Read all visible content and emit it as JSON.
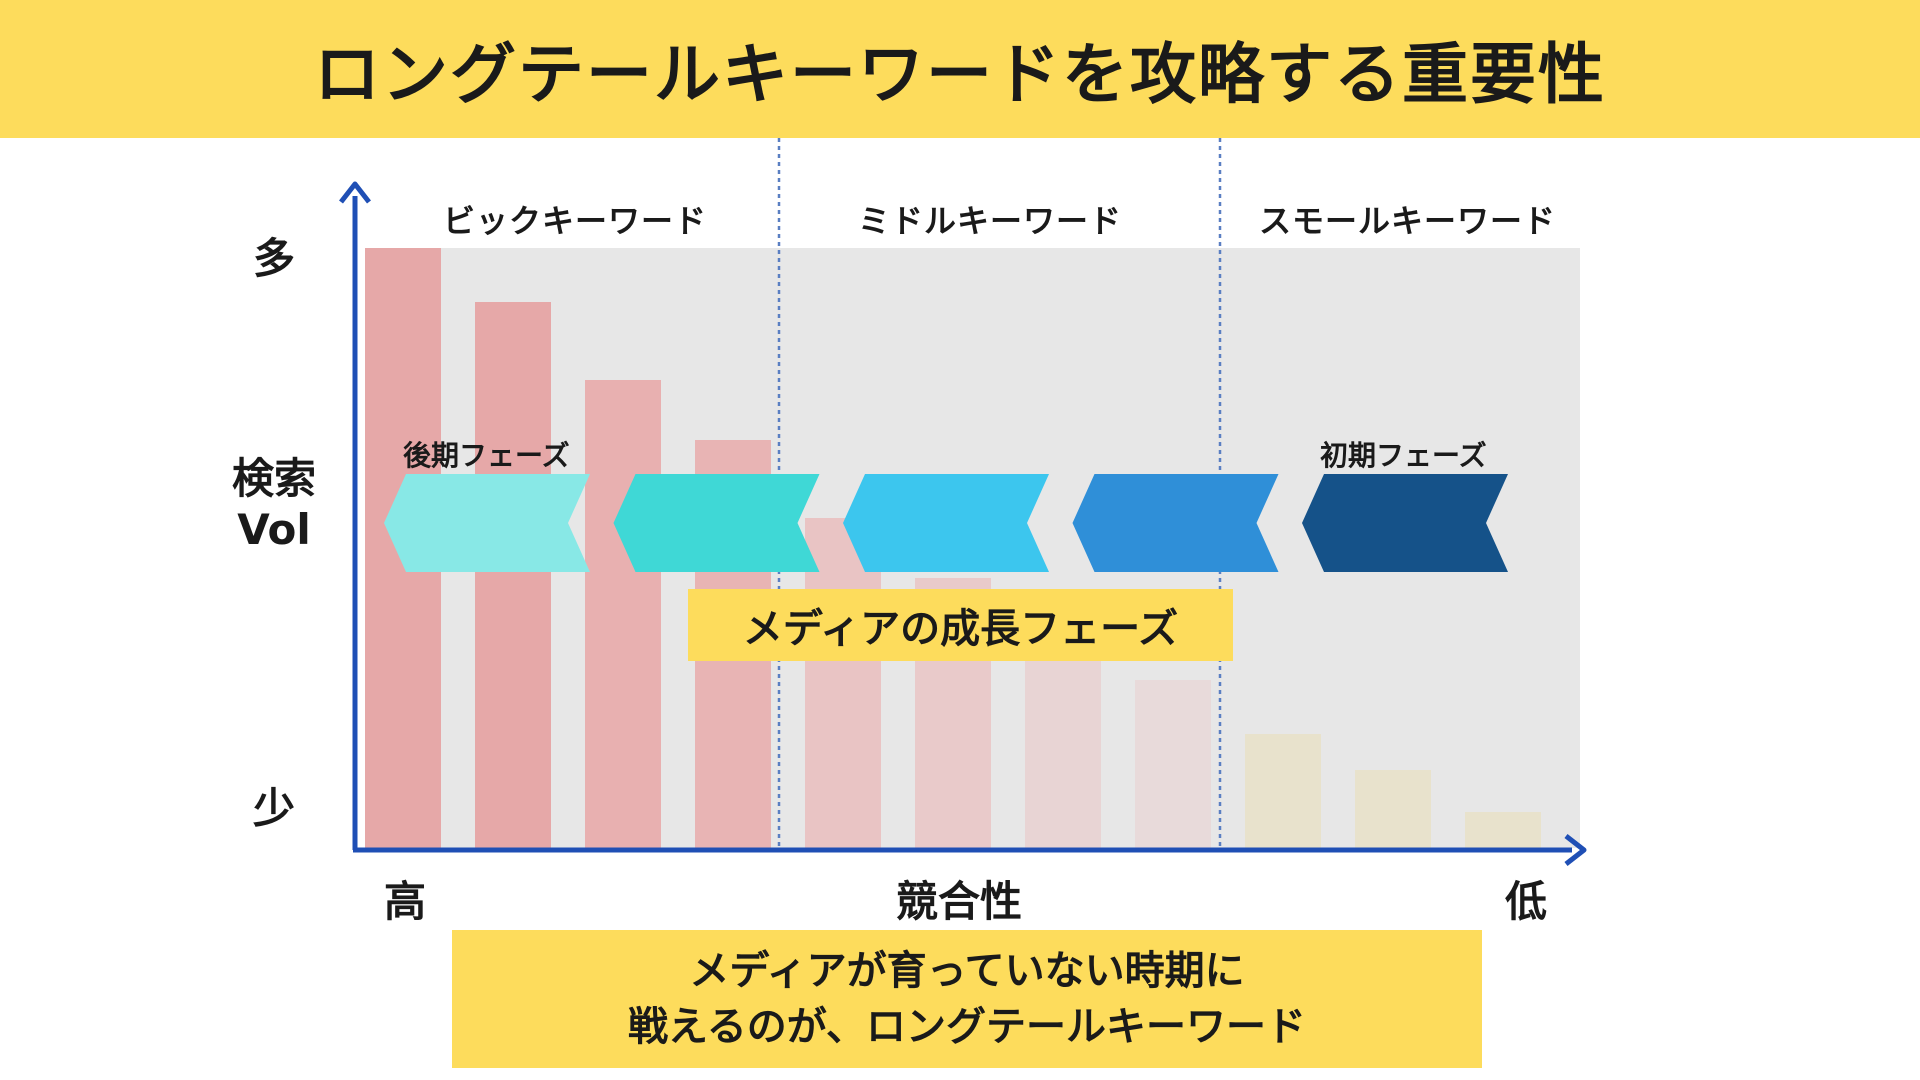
{
  "title": "ロングテールキーワードを攻略する重要性",
  "y_axis": {
    "high": "多",
    "label_line1": "検索",
    "label_line2": "Vol",
    "low": "少"
  },
  "x_axis": {
    "high": "高",
    "label": "競合性",
    "low": "低"
  },
  "segments": [
    "ビックキーワード",
    "ミドルキーワード",
    "スモールキーワード"
  ],
  "phases": {
    "late": "後期フェーズ",
    "early": "初期フェーズ"
  },
  "growth_label": "メディアの成長フェーズ",
  "bottom_text": {
    "line1": "メディアが育っていない時期に",
    "line2": "戦えるのが、ロングテールキーワード"
  },
  "colors": {
    "title_bg": "#fddc5c",
    "plot_bg": "#e7e7e7",
    "axis": "#1f4fb5",
    "divider": "#5a7fc2",
    "arrows": [
      "#88e8e6",
      "#3fd8d6",
      "#3cc6ee",
      "#2f8fd8",
      "#155289"
    ]
  },
  "chart_data": {
    "type": "bar",
    "values": [
      100,
      91,
      78,
      68,
      55,
      45,
      34,
      28,
      19,
      13,
      6
    ],
    "bar_colors": [
      "#e6a8a8",
      "#e6a8a8",
      "#e8b0b0",
      "#e8b4b4",
      "#e9c4c4",
      "#e9caca",
      "#e8d4d4",
      "#e8dada",
      "#e8e2cc",
      "#e8e2cc",
      "#e8e2cc"
    ],
    "ylim": [
      0,
      100
    ]
  }
}
